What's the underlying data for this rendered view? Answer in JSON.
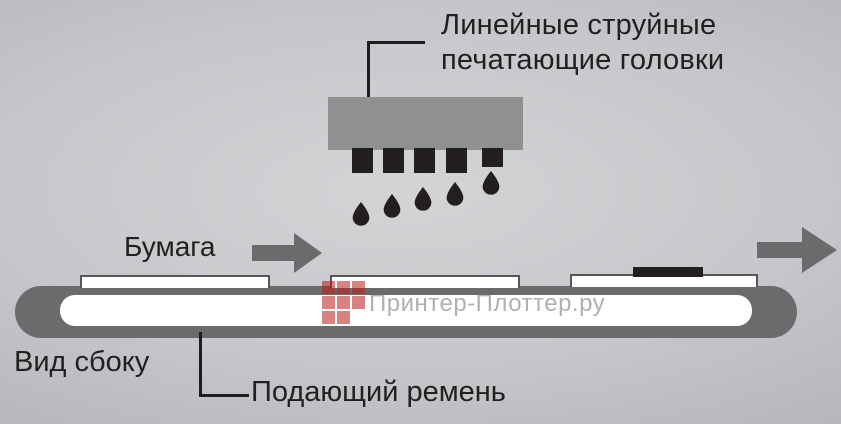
{
  "title": {
    "line1": "Линейные струйные",
    "line2": "печатающие головки"
  },
  "labels": {
    "paper": "Бумага",
    "side_view": "Вид сбоку",
    "feed_belt": "Подающий ремень"
  },
  "watermark": {
    "text": "Принтер-Плоттер.ру"
  },
  "printhead": {
    "nozzle_count": 5,
    "droplet_count": 5
  },
  "belt": {
    "paper_sheets": 3,
    "printed_sheet_index": 3
  },
  "colors": {
    "background_gray": "#c6c7ca",
    "machine_gray": "#6a6b6d",
    "printhead_gray": "#8f9092",
    "ink_black": "#231f20",
    "paper_white": "#ffffff",
    "watermark_red": "#b91c1c",
    "watermark_text_gray": "#a3a4a6"
  }
}
